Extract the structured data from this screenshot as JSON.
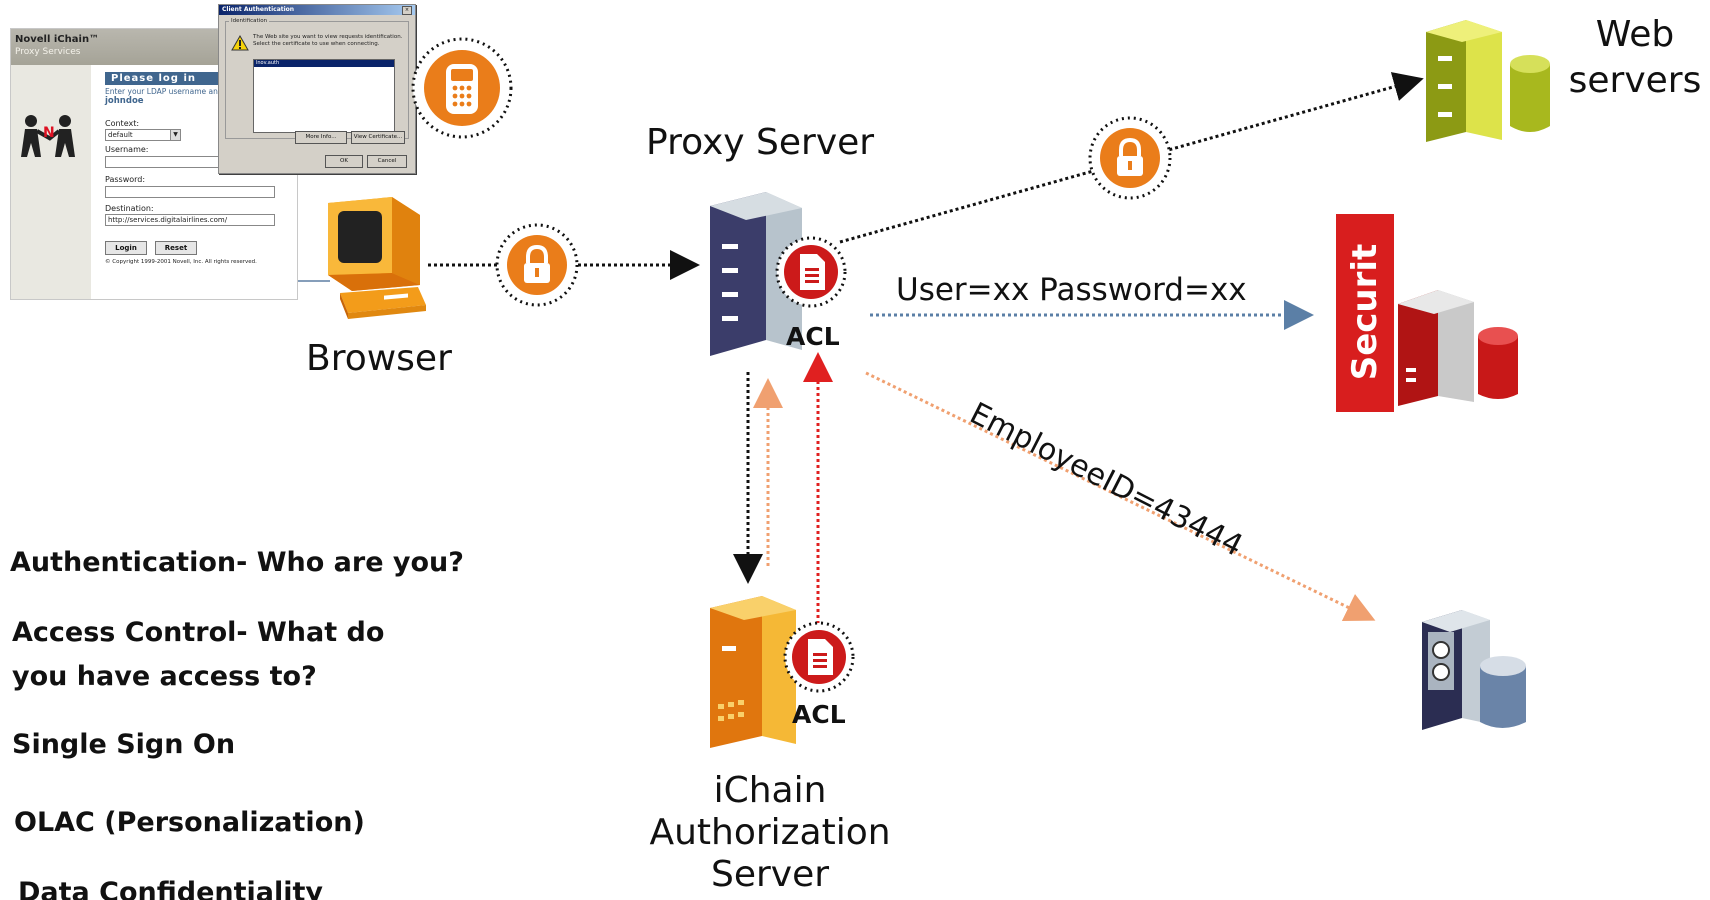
{
  "login": {
    "brand_title": "Novell iChain™",
    "brand_subtitle": "Proxy Services",
    "header": "Please log in",
    "instruction": "Enter your LDAP username and passw",
    "user": "johndoe",
    "context_label": "Context:",
    "context_value": "default",
    "username_label": "Username:",
    "password_label": "Password:",
    "destination_label": "Destination:",
    "destination_value": "http://services.digitalairlines.com/",
    "login_button": "Login",
    "reset_button": "Reset",
    "copyright": "© Copyright 1999-2001 Novell, Inc. All rights reserved."
  },
  "dialog": {
    "title": "Client Authentication",
    "group_label": "Identification",
    "message_line1": "The Web site you want to view requests identification.",
    "message_line2": "Select the certificate to use when connecting.",
    "list_item": "lnov.auth",
    "more_info_button": "More Info...",
    "view_cert_button": "View Certificate...",
    "ok_button": "OK",
    "cancel_button": "Cancel"
  },
  "labels": {
    "browser": "Browser",
    "proxy_server": "Proxy Server",
    "acl_proxy": "ACL",
    "acl_ichain": "ACL",
    "ichain_line1": "iChain",
    "ichain_line2": "Authorization",
    "ichain_line3": "Server",
    "web_line1": "Web",
    "web_line2": "servers",
    "securit": "Securit",
    "user_password": "User=xx Password=xx",
    "employee_id": "EmployeeID=43444"
  },
  "bullets": [
    "Authentication- Who are you?",
    "Access Control- What do",
    "you have access to?",
    "Single Sign On",
    "OLAC (Personalization)",
    "Data Confidentiality"
  ],
  "colors": {
    "orange": "#ea7d1a",
    "acl_red": "#cc1a1a",
    "securit_red": "#d81e1e",
    "dotted_blue": "#5b7fa6",
    "dotted_salmon": "#f0a070",
    "dotted_red": "#e02020",
    "web_server_green": "#a8b81e"
  },
  "icons": [
    "lock-icon",
    "keypad-icon",
    "acl-document-icon",
    "monitor-icon",
    "server-icon",
    "database-icon"
  ]
}
